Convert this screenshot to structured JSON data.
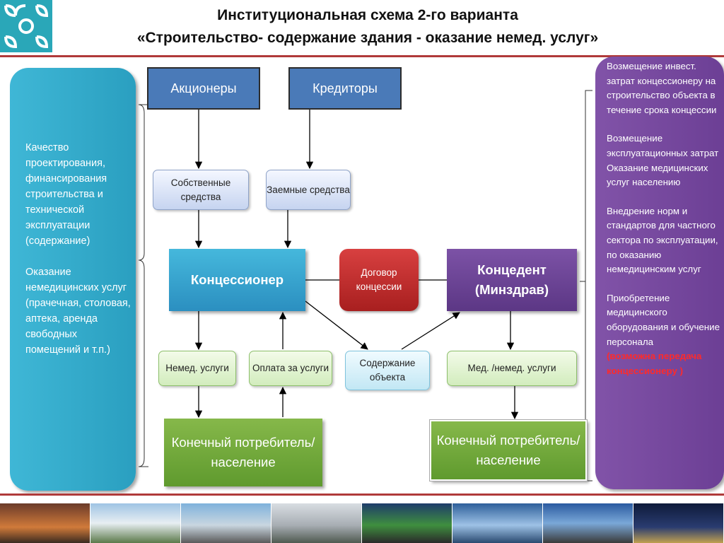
{
  "title": {
    "line1": "Институциональная схема 2-го варианта",
    "line2": "«Строительство- содержание здания - оказание немед. услуг»"
  },
  "left_panel": {
    "paragraph1": "Качество проектирования, финансирования строительства и технической эксплуатации (содержание)",
    "paragraph2": "Оказание немедицинских услуг (прачечная, столовая, аптека, аренда свободных помещений и т.п.)"
  },
  "right_panel": {
    "paragraph1": "Возмещение инвест. затрат концессионеру на строительство объекта в течение срока концессии",
    "paragraph2": "Возмещение эксплуатационных затрат",
    "paragraph3": "Оказание медицинских услуг населению",
    "paragraph4": "Внедрение норм и стандартов для частного сектора по эксплуатации, по оказанию немедицинским услуг",
    "paragraph5": "Приобретение медицинского оборудования и обучение персонала",
    "highlight": "(возможна передача концессионеру )",
    "highlight_color": "#ff2a2a"
  },
  "nodes": {
    "shareholders": "Акционеры",
    "creditors": "Кредиторы",
    "own_funds": "Собственные средства",
    "borrowed_funds": "Заемные средства",
    "concessionaire": "Концессионер",
    "agreement": "Договор концессии",
    "grantor_line1": "Концедент",
    "grantor_line2": "(Минздрав)",
    "nonmed_services": "Немед. услуги",
    "payment": "Оплата за услуги",
    "maintenance": "Содержание объекта",
    "med_services": "Мед. /немед. услуги",
    "consumer_left": "Конечный потребитель/ население",
    "consumer_right": "Конечный потребитель/ население"
  },
  "colors": {
    "accent_rule": "#b03a3a",
    "left_panel": "#2aa7c8",
    "right_panel": "#7a4fa3",
    "concessionaire": "#2b9bc9",
    "agreement": "#c02828",
    "grantor": "#6a4496",
    "consumer": "#6fa83a"
  },
  "icons": {
    "logo": "kazakh-ornament-icon"
  }
}
